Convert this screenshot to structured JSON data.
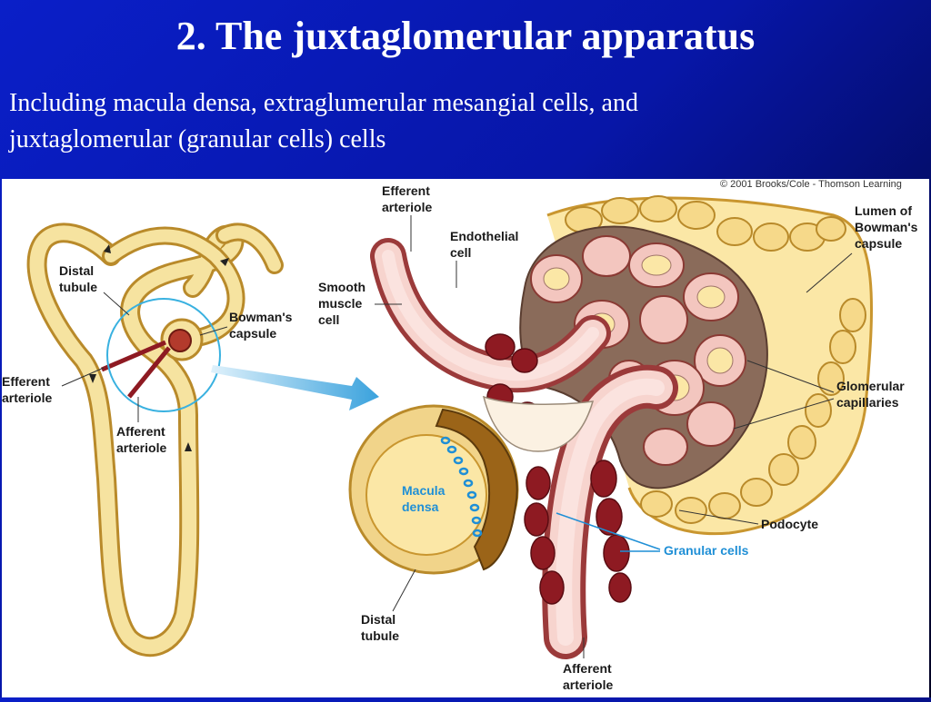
{
  "slide": {
    "title": "2. The juxtaglomerular apparatus",
    "subtitle_line1": "Including macula densa, extraglumerular mesangial cells, and",
    "subtitle_line2": "juxtaglomerular (granular cells) cells"
  },
  "figure": {
    "copyright": "© 2001 Brooks/Cole - Thomson Learning",
    "overview_labels": {
      "distal_tubule": [
        "Distal",
        "tubule"
      ],
      "bowmans_capsule": [
        "Bowman's",
        "capsule"
      ],
      "efferent_arteriole": [
        "Efferent",
        "arteriole"
      ],
      "afferent_arteriole": [
        "Afferent",
        "arteriole"
      ]
    },
    "detail_labels": {
      "efferent_arteriole": [
        "Efferent",
        "arteriole"
      ],
      "endothelial_cell": [
        "Endothelial",
        "cell"
      ],
      "smooth_muscle_cell": [
        "Smooth",
        "muscle",
        "cell"
      ],
      "lumen_bowmans": [
        "Lumen of",
        "Bowman's",
        "capsule"
      ],
      "glomerular_capillaries": [
        "Glomerular",
        "capillaries"
      ],
      "macula_densa": [
        "Macula",
        "densa"
      ],
      "podocyte": "Podocyte",
      "granular_cells": "Granular cells",
      "distal_tubule": [
        "Distal",
        "tubule"
      ],
      "afferent_arteriole": [
        "Afferent",
        "arteriole"
      ]
    },
    "colors": {
      "tubule_fill": "#f6e3a0",
      "tubule_stroke": "#b98a2a",
      "capsule_fill": "#fbe7a6",
      "vessel_fill": "#f4c9c3",
      "vessel_stroke": "#9b3a3a",
      "granular_fill": "#8e1a22",
      "macula_fill": "#9b6418",
      "callout_blue": "#1f8fd6"
    }
  }
}
